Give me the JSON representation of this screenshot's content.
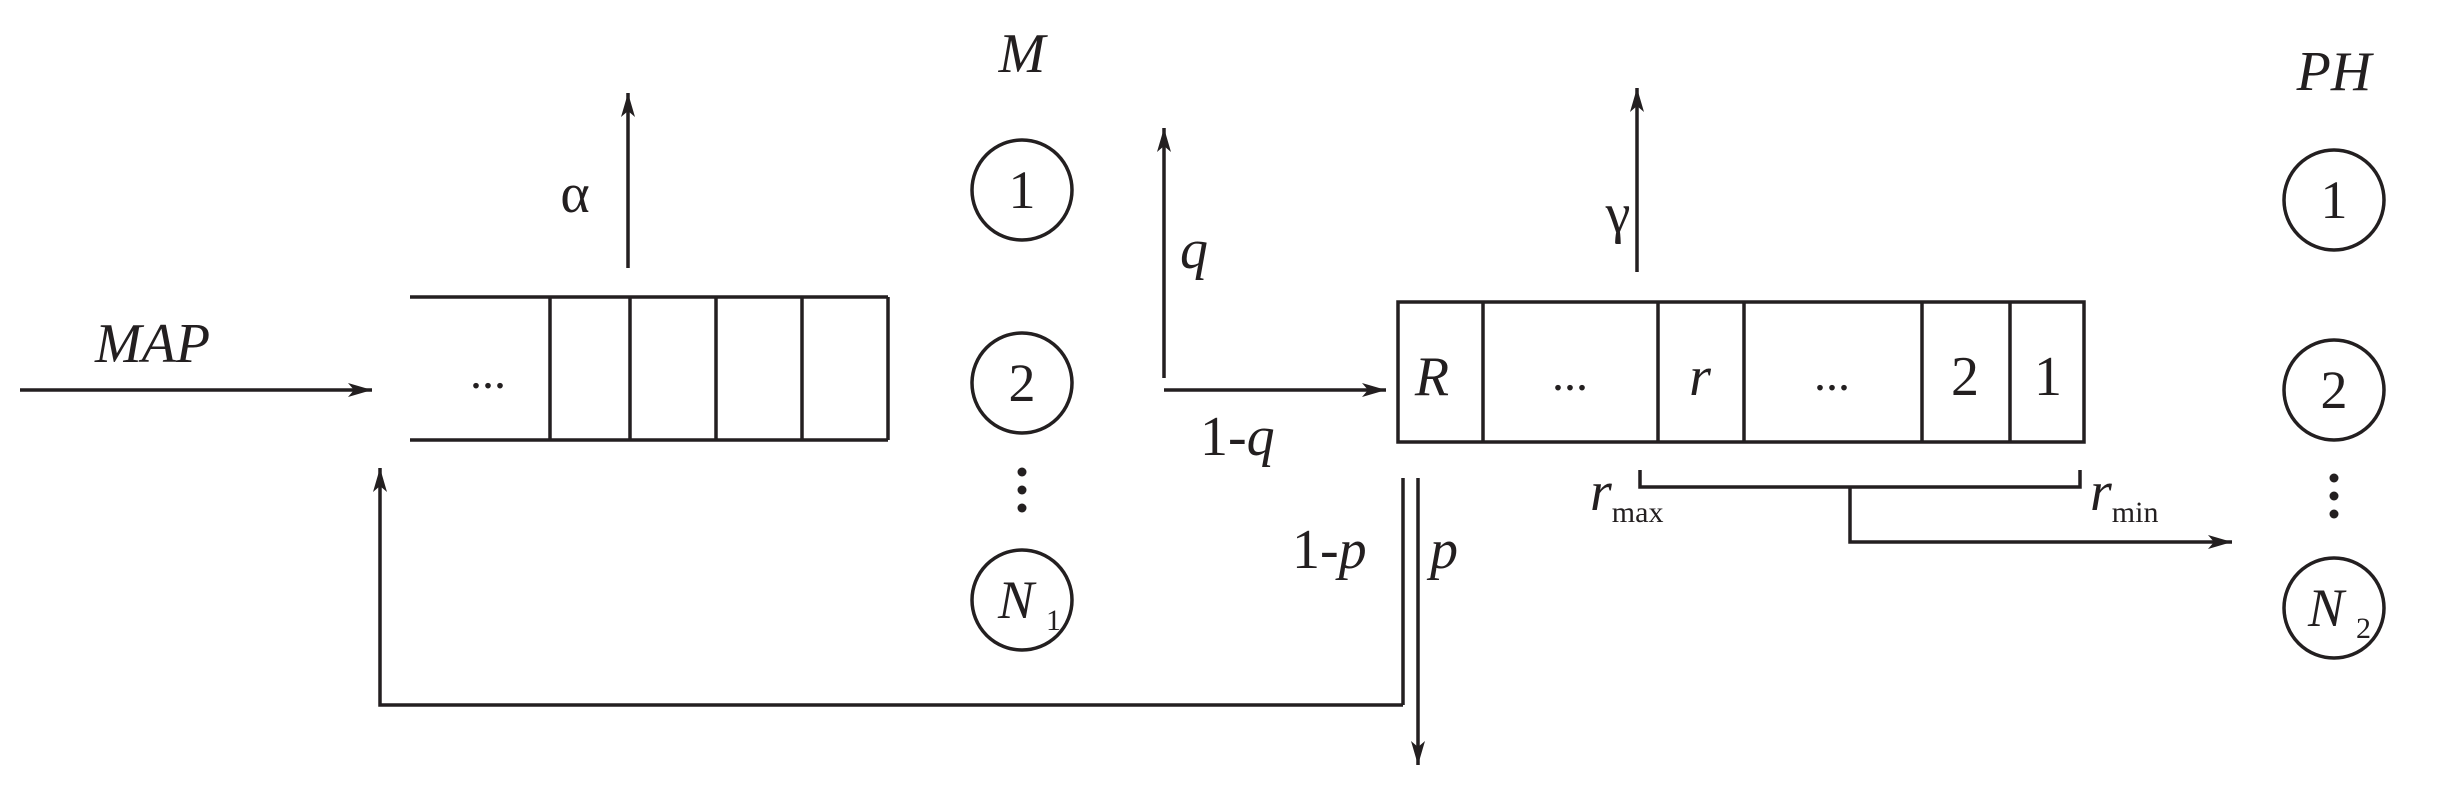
{
  "colors": {
    "ink": "#231f20",
    "background": "#ffffff"
  },
  "input_flow": {
    "label": "MAP"
  },
  "orbit": {
    "ellipsis": "...",
    "impatience_rate": "α"
  },
  "station_1": {
    "title": "M",
    "servers": [
      "1",
      "2"
    ],
    "dots": "⋮",
    "last_server": "N",
    "last_server_sub": "1"
  },
  "routing": {
    "q": "q",
    "one_minus_q_prefix": "1-",
    "one_minus_q_var": "q",
    "one_minus_p_prefix": "1-",
    "one_minus_p_var": "p",
    "p": "p"
  },
  "buffer": {
    "decay_rate": "γ",
    "cells": [
      {
        "label": "R",
        "italic": true
      },
      {
        "label": "...",
        "italic": false
      },
      {
        "label": "r",
        "italic": true
      },
      {
        "label": "...",
        "italic": false
      },
      {
        "label": "2",
        "italic": false
      },
      {
        "label": "1",
        "italic": false
      }
    ],
    "r_max_var": "r",
    "r_max_sub": "max",
    "r_min_var": "r",
    "r_min_sub": "min"
  },
  "station_2": {
    "title": "PH",
    "servers": [
      "1",
      "2"
    ],
    "dots": "⋮",
    "last_server": "N",
    "last_server_sub": "2"
  }
}
